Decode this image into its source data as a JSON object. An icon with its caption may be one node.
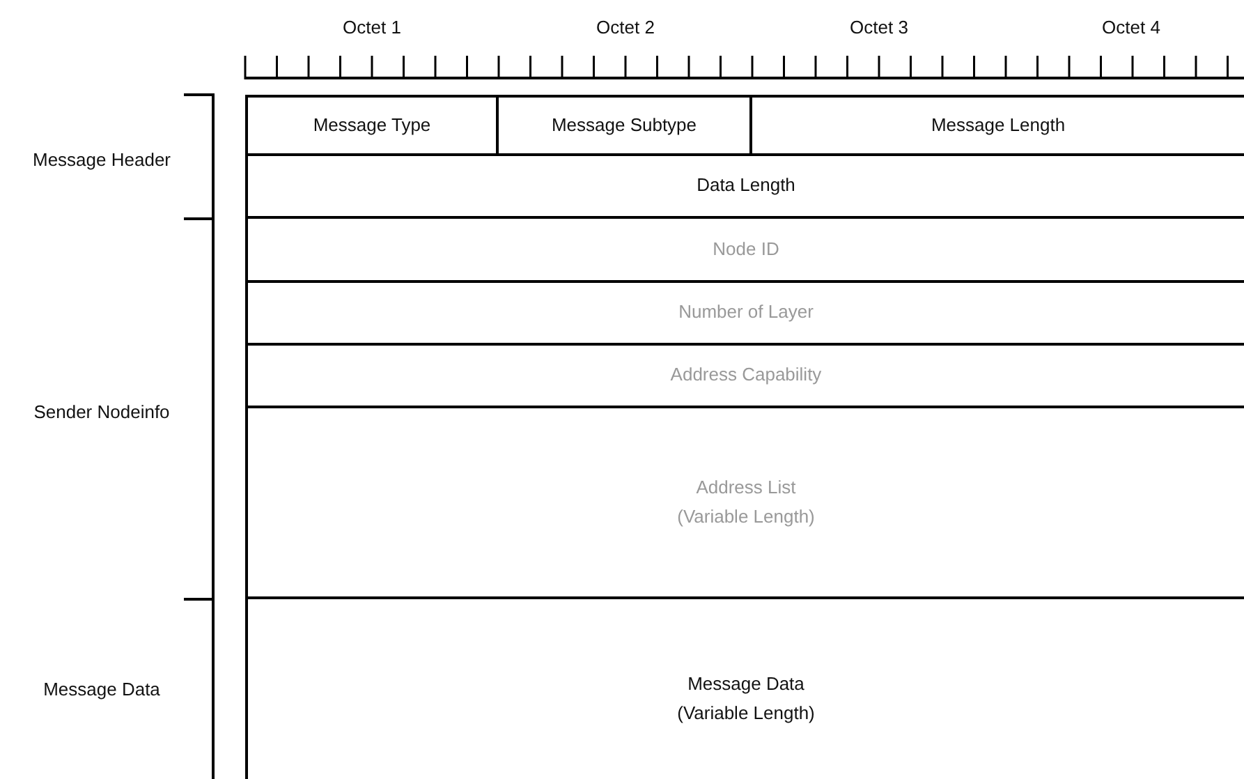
{
  "diagram": {
    "nodes": [
      {
        "text": [
          "Message Type"
        ]
      },
      {
        "text": [
          "Message Subtype"
        ]
      },
      {
        "text": [
          "Message Length"
        ]
      },
      {
        "text": [
          "Data Length"
        ]
      },
      {
        "text": [
          "Node ID"
        ]
      },
      {
        "text": [
          "Number of Layer"
        ]
      },
      {
        "text": [
          "Address Capability"
        ]
      },
      {
        "text": [
          "Address List (Variable Length)"
        ]
      },
      {
        "text": [
          "Message Data (Variable Length)"
        ]
      }
    ],
    "labels": [
      "Octet 1",
      "Octet 2",
      "Octet 3",
      "Octet 4",
      "Message Header",
      "Sender Nodeinfo",
      "Message Data"
    ]
  }
}
